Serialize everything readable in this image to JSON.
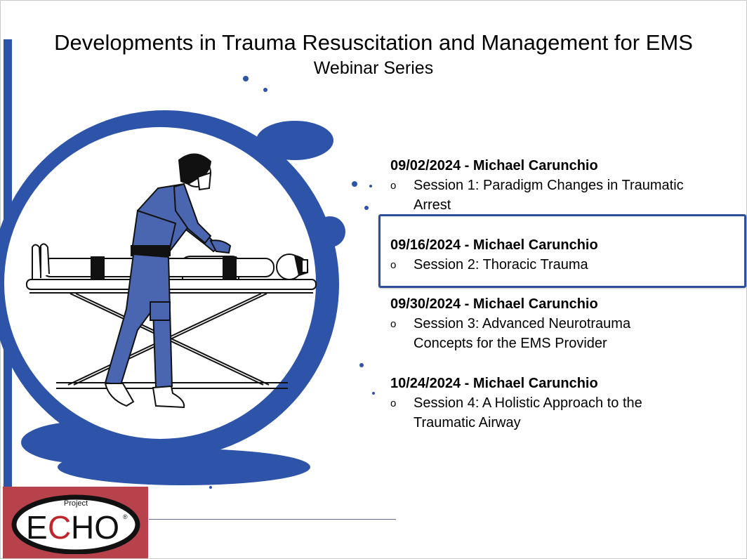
{
  "header": {
    "title": "Developments in Trauma Resuscitation and Management for EMS",
    "subtitle": "Webinar Series"
  },
  "sessions": [
    {
      "date_speaker": "09/02/2024 - Michael Carunchio",
      "lines": [
        "Session 1: Paradigm Changes in Traumatic",
        "Arrest"
      ]
    },
    {
      "date_speaker": "09/16/2024 - Michael Carunchio",
      "lines": [
        "Session 2: Thoracic Trauma"
      ]
    },
    {
      "date_speaker": "09/30/2024 - Michael Carunchio",
      "lines": [
        "Session 3: Advanced Neurotrauma",
        "Concepts for the EMS Provider"
      ]
    },
    {
      "date_speaker": "10/24/2024 - Michael Carunchio",
      "lines": [
        "Session 4: A Holistic Approach to the",
        "Traumatic Airway"
      ]
    }
  ],
  "bullet_glyph": "o",
  "logo": {
    "small": "Project",
    "main_e": "E",
    "main_c": "C",
    "main_ho": "HO",
    "reg": "®"
  },
  "colors": {
    "brand_blue": "#2d54a8",
    "scrubs_blue": "#4a66b0",
    "logo_red": "#b8424c",
    "logo_c_red": "#c0272d"
  }
}
